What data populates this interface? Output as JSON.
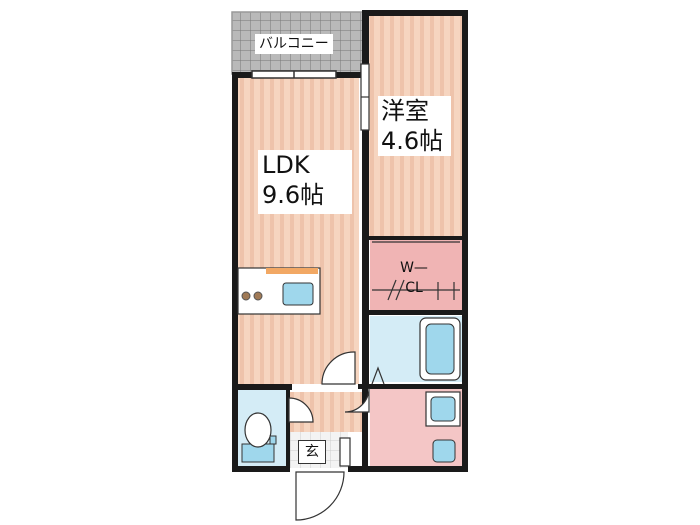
{
  "rooms": {
    "ldk": {
      "name": "LDK",
      "size": "9.6帖"
    },
    "western": {
      "name": "洋室",
      "size": "4.6帖"
    },
    "balcony": {
      "name": "バルコニー"
    },
    "closet": {
      "name_line1": "W—",
      "name_line2": "CL"
    },
    "entrance": {
      "name": "玄"
    }
  },
  "colors": {
    "wall": "#1a1a1a",
    "floor_wood": "#f6d5c0",
    "floor_stripe": "#edbfa6",
    "closet": "#f0b4b4",
    "bath": "#d4ecf6",
    "fixture": "#9fd7ec",
    "washroom": "#f4c6c6",
    "tile": "#c9c9c9",
    "counter": "#f2a864"
  }
}
